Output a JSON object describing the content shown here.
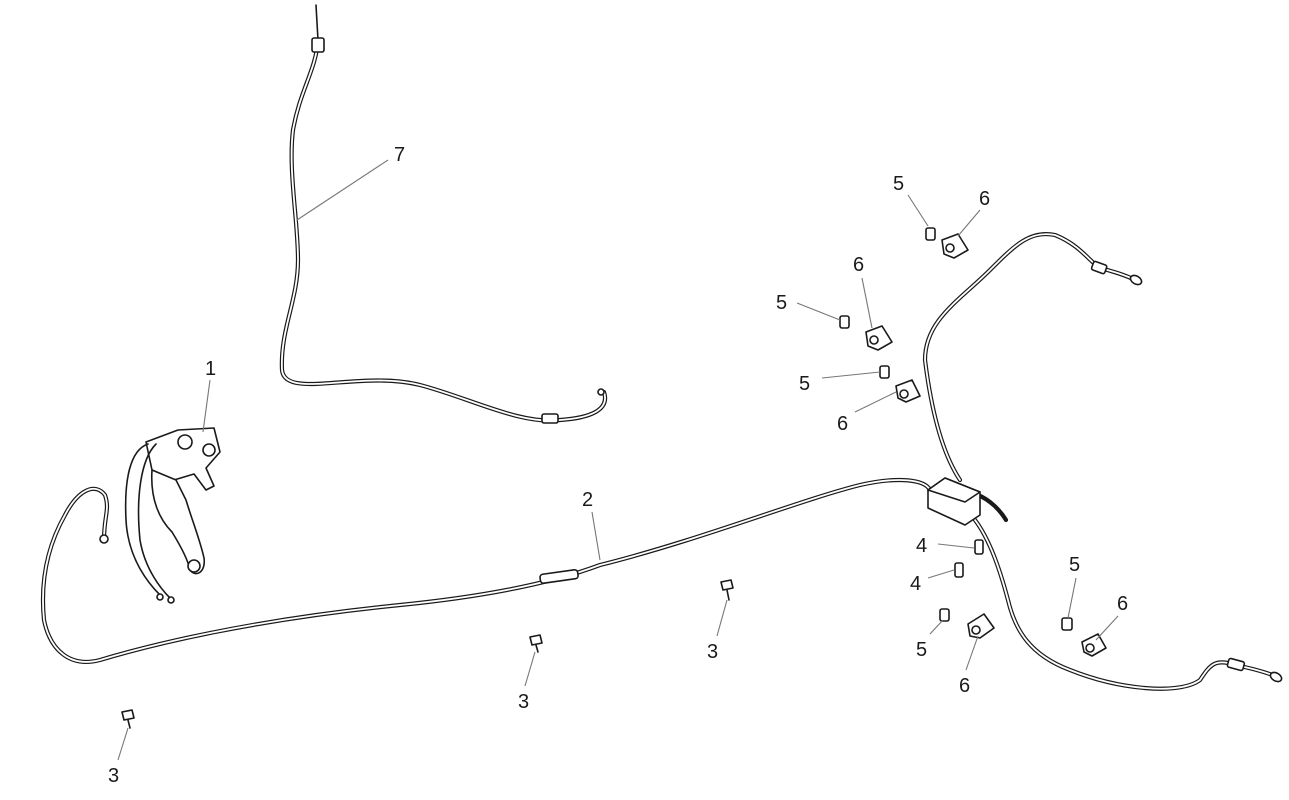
{
  "callouts": [
    {
      "id": "c1",
      "label": "1"
    },
    {
      "id": "c2",
      "label": "2"
    },
    {
      "id": "c3a",
      "label": "3"
    },
    {
      "id": "c3b",
      "label": "3"
    },
    {
      "id": "c3c",
      "label": "3"
    },
    {
      "id": "c4a",
      "label": "4"
    },
    {
      "id": "c4b",
      "label": "4"
    },
    {
      "id": "c5a",
      "label": "5"
    },
    {
      "id": "c5b",
      "label": "5"
    },
    {
      "id": "c5c",
      "label": "5"
    },
    {
      "id": "c5d",
      "label": "5"
    },
    {
      "id": "c5e",
      "label": "5"
    },
    {
      "id": "c6a",
      "label": "6"
    },
    {
      "id": "c6b",
      "label": "6"
    },
    {
      "id": "c6c",
      "label": "6"
    },
    {
      "id": "c6d",
      "label": "6"
    },
    {
      "id": "c6e",
      "label": "6"
    },
    {
      "id": "c7",
      "label": "7"
    }
  ],
  "colors": {
    "line": "#1a1a1a",
    "leader": "#777777",
    "background": "#ffffff"
  }
}
